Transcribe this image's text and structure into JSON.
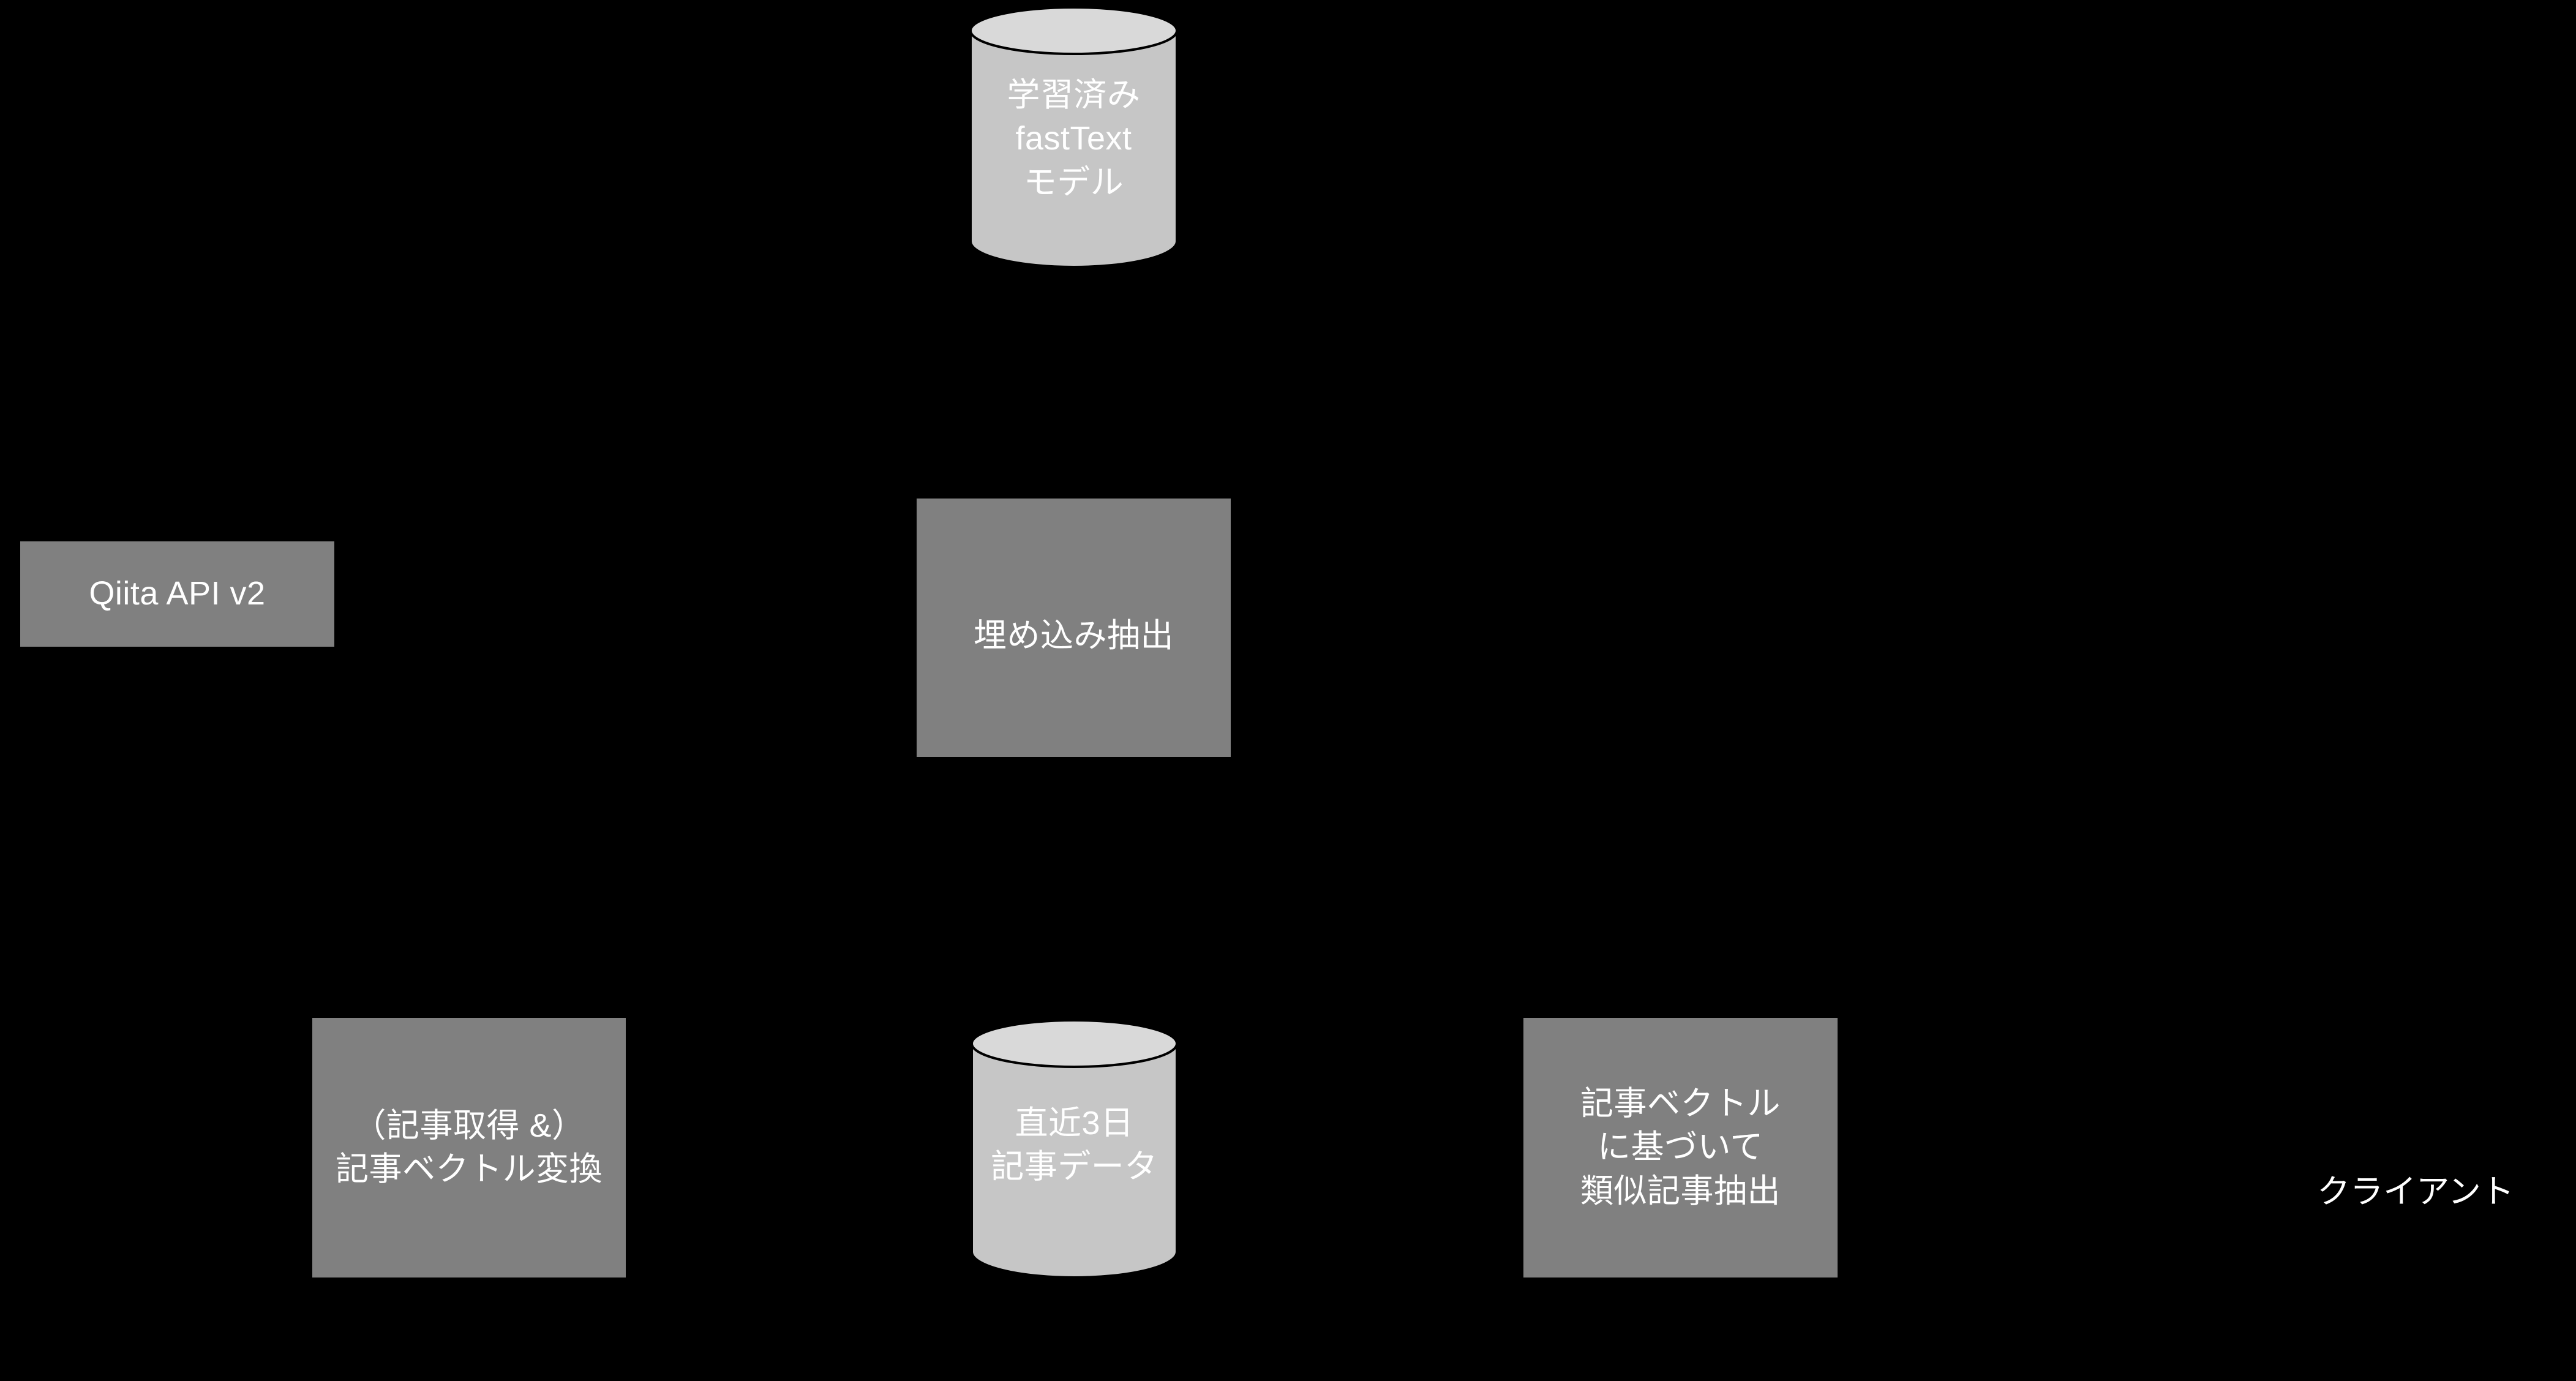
{
  "diagram": {
    "background_color": "#000000",
    "palette": {
      "process_fill": "#808080",
      "datastore_body_fill": "#c6c6c6",
      "datastore_top_fill": "#d9d9d9",
      "datastore_stroke": "#000000",
      "label_color": "#ffffff"
    },
    "nodes": [
      {
        "id": "fasttext-model",
        "shape": "cylinder",
        "label": "学習済み\nfastText\nモデル"
      },
      {
        "id": "qiita-api",
        "shape": "rectangle",
        "label": "Qiita API v2"
      },
      {
        "id": "embedding-extraction",
        "shape": "rectangle",
        "label": "埋め込み抽出"
      },
      {
        "id": "article-vectorize",
        "shape": "rectangle",
        "label": "（記事取得 &）\n記事ベクトル変換"
      },
      {
        "id": "recent-articles-db",
        "shape": "cylinder",
        "label": "直近3日\n記事データ"
      },
      {
        "id": "similar-article-extraction",
        "shape": "rectangle",
        "label": "記事ベクトル\nに基づいて\n類似記事抽出"
      },
      {
        "id": "client",
        "shape": "text",
        "label": "クライアント"
      }
    ]
  }
}
